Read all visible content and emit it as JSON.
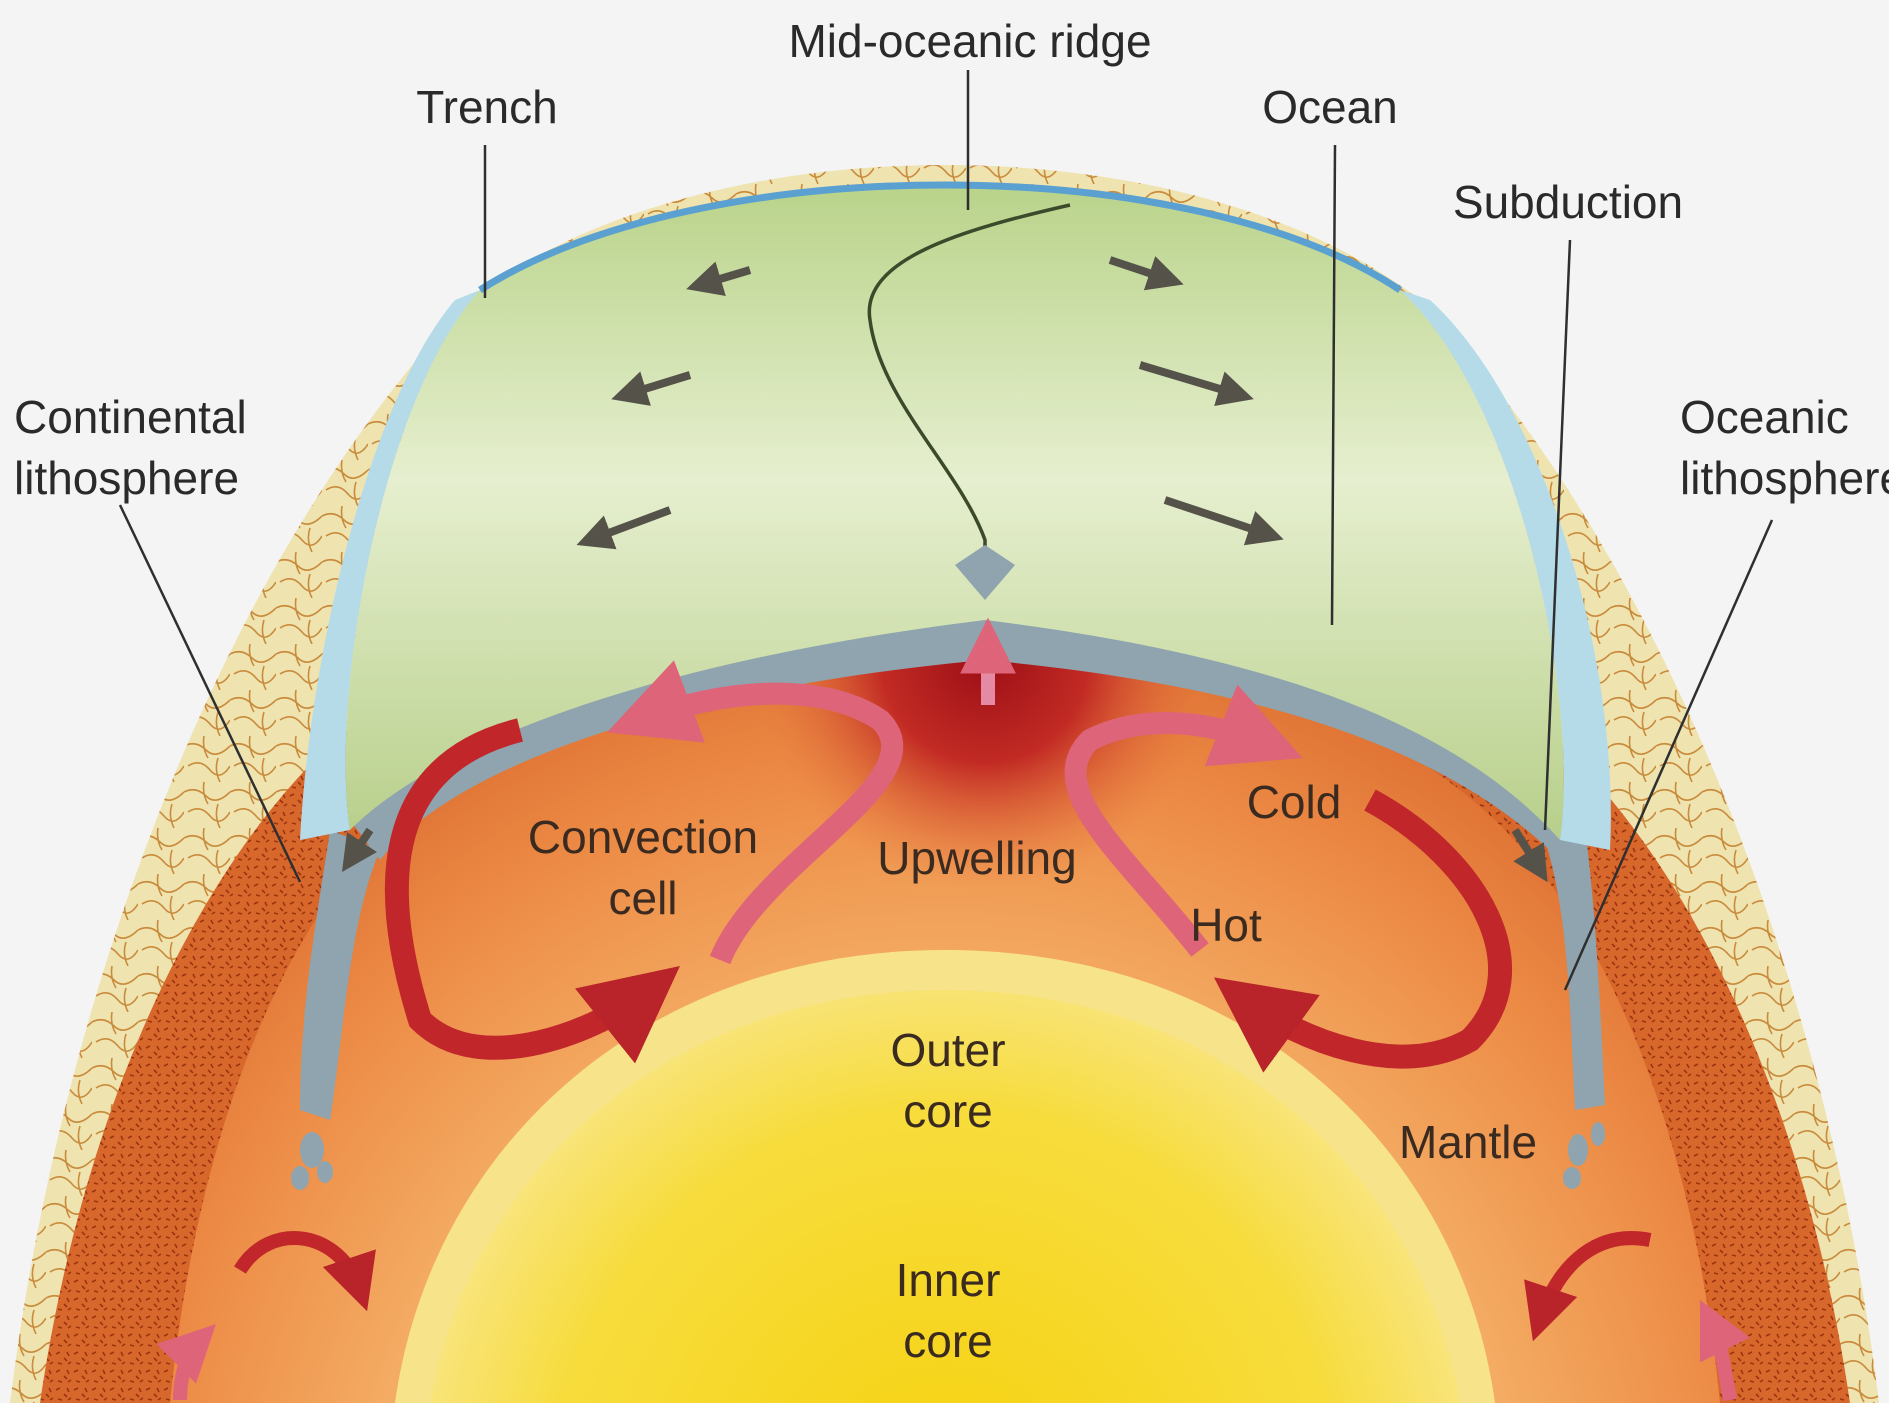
{
  "labels": {
    "mid_oceanic_ridge": "Mid-oceanic ridge",
    "trench": "Trench",
    "ocean": "Ocean",
    "subduction": "Subduction",
    "continental_lithosphere_line1": "Continental",
    "continental_lithosphere_line2": "lithosphere",
    "oceanic_lithosphere_line1": "Oceanic",
    "oceanic_lithosphere_line2": "lithosphere",
    "convection_cell_line1": "Convection",
    "convection_cell_line2": "cell",
    "upwelling": "Upwelling",
    "cold": "Cold",
    "hot": "Hot",
    "outer_core_line1": "Outer",
    "outer_core_line2": "core",
    "inner_core_line1": "Inner",
    "inner_core_line2": "core",
    "mantle": "Mantle"
  },
  "colors": {
    "background": "#f4f4f4",
    "ocean_surface": "#cfe0a8",
    "ocean_edge": "#5aa0d0",
    "lithosphere_slab": "#8a9ea8",
    "continent": "#e9d9a0",
    "mantle_outer": "#d9682c",
    "mantle_inner": "#f0a060",
    "upwelling_red": "#a8141a",
    "outer_core": "#f6e070",
    "inner_core": "#f7d51a",
    "convection_arrow": "#c0262a",
    "convection_arrow_light": "#e0607a"
  }
}
